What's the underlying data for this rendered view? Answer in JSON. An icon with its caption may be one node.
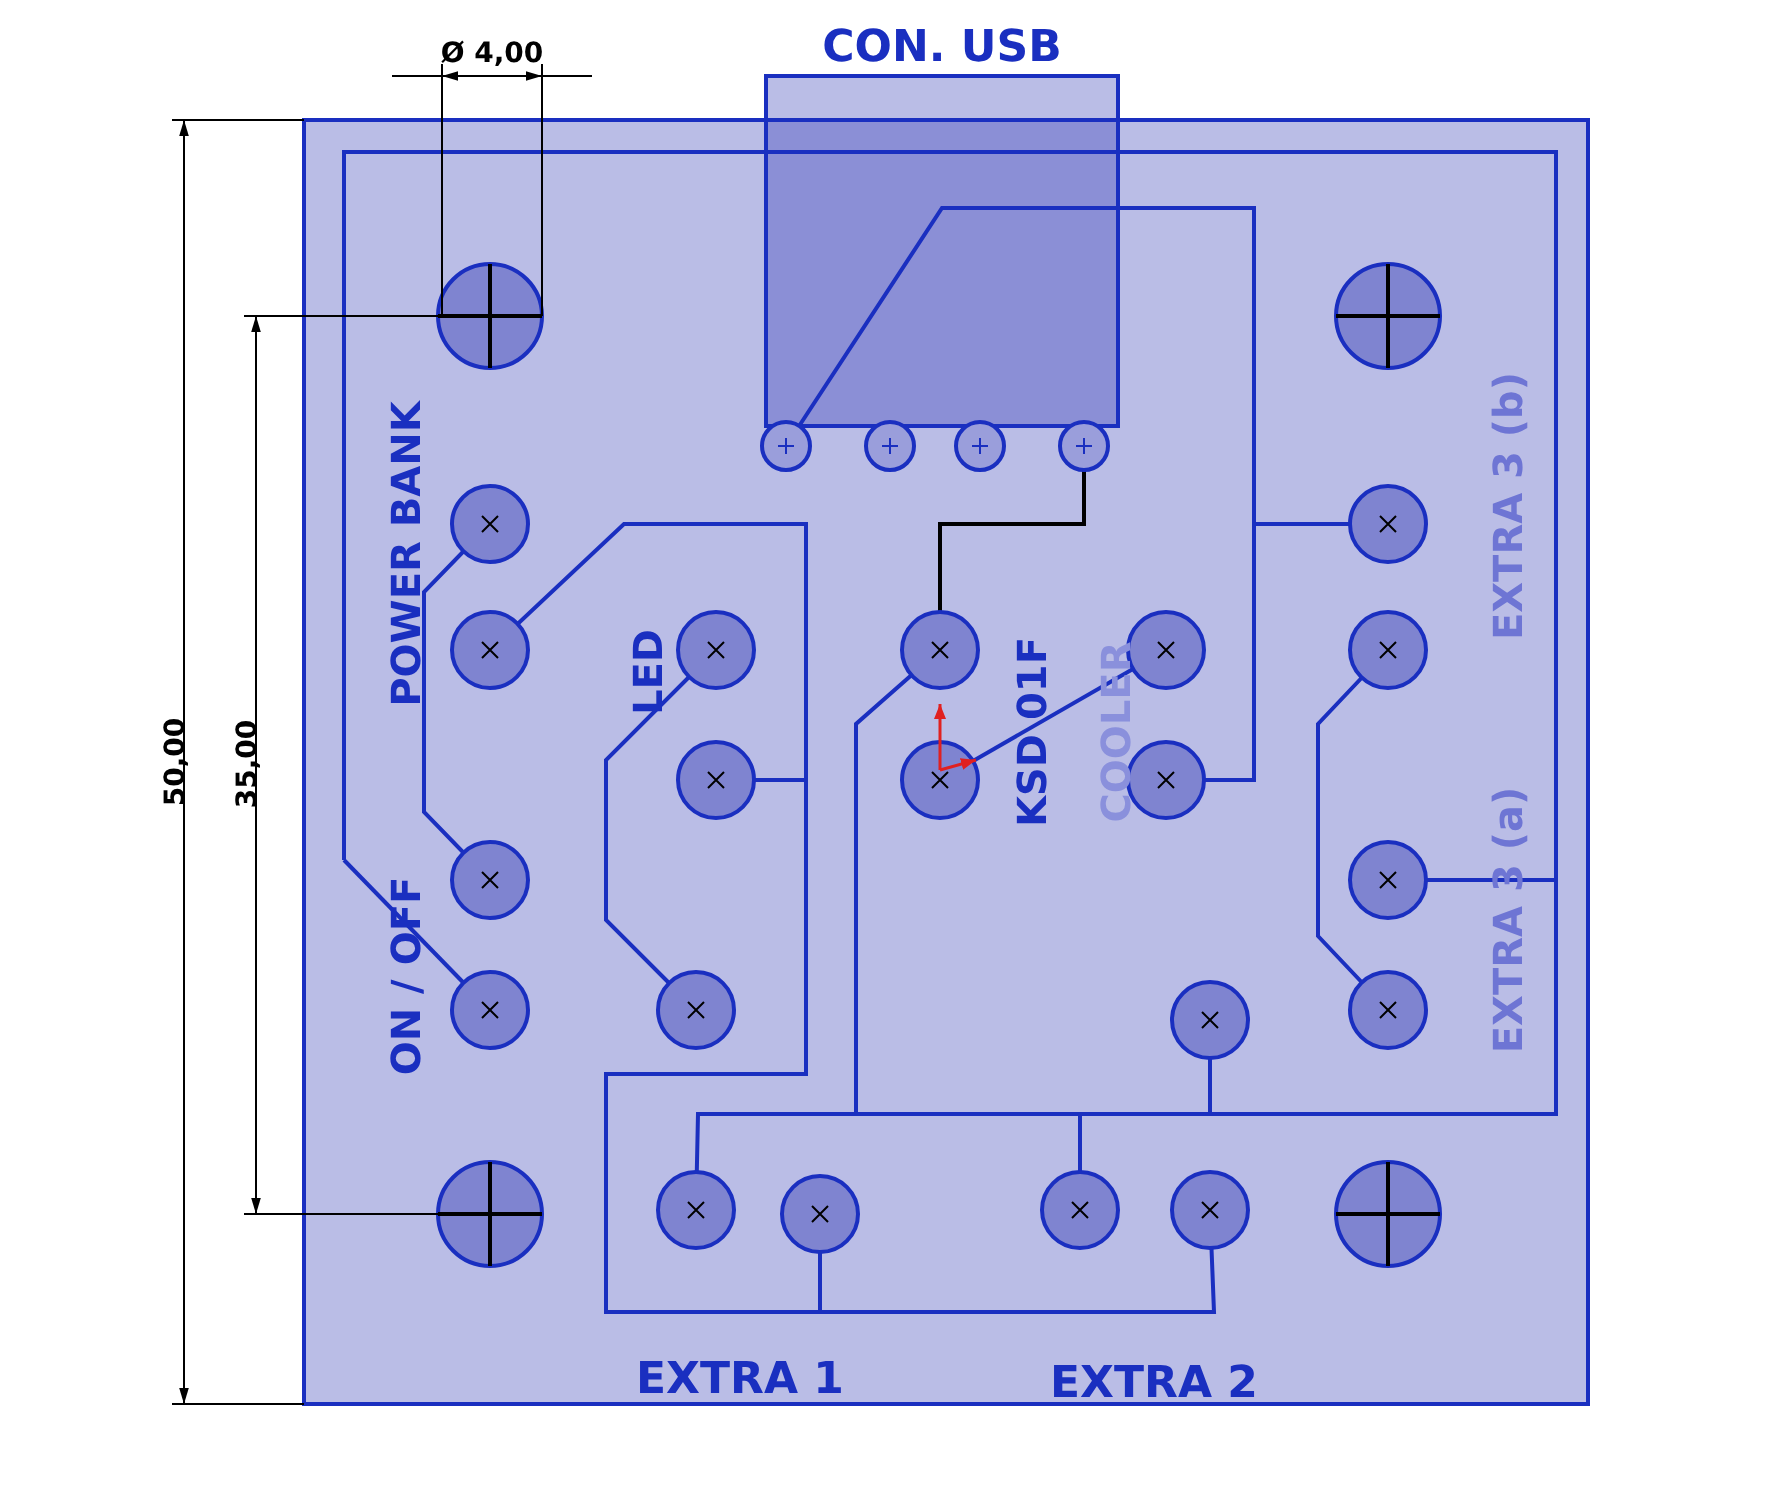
{
  "diagram": {
    "labels": [
      "Ø 4,00",
      "CON. USB",
      "50,00",
      "35,00",
      "POWER BANK",
      "LED",
      "KSD 01F",
      "COOLER",
      "EXTRA 3 (b)",
      "ON / OFF",
      "EXTRA 3 (a)",
      "EXTRA 1",
      "EXTRA 2"
    ]
  }
}
